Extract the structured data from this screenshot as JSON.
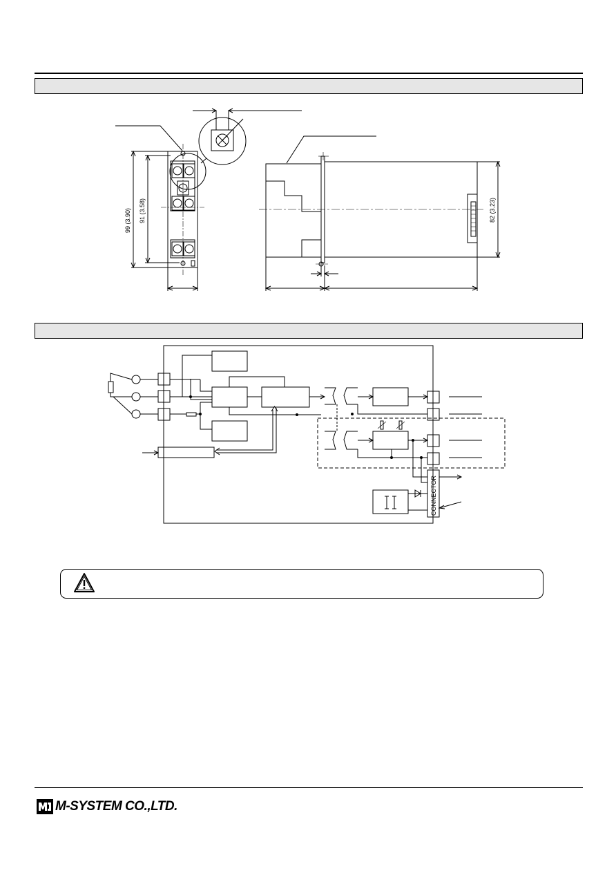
{
  "dimensions": {
    "dim_99": "99 (3.90)",
    "dim_91": "91 (3.58)",
    "dim_82": "82 (3.23)"
  },
  "block_diagram": {
    "connector_label": "CONNECTOR"
  },
  "footer": {
    "company": "M-SYSTEM CO.,LTD."
  }
}
